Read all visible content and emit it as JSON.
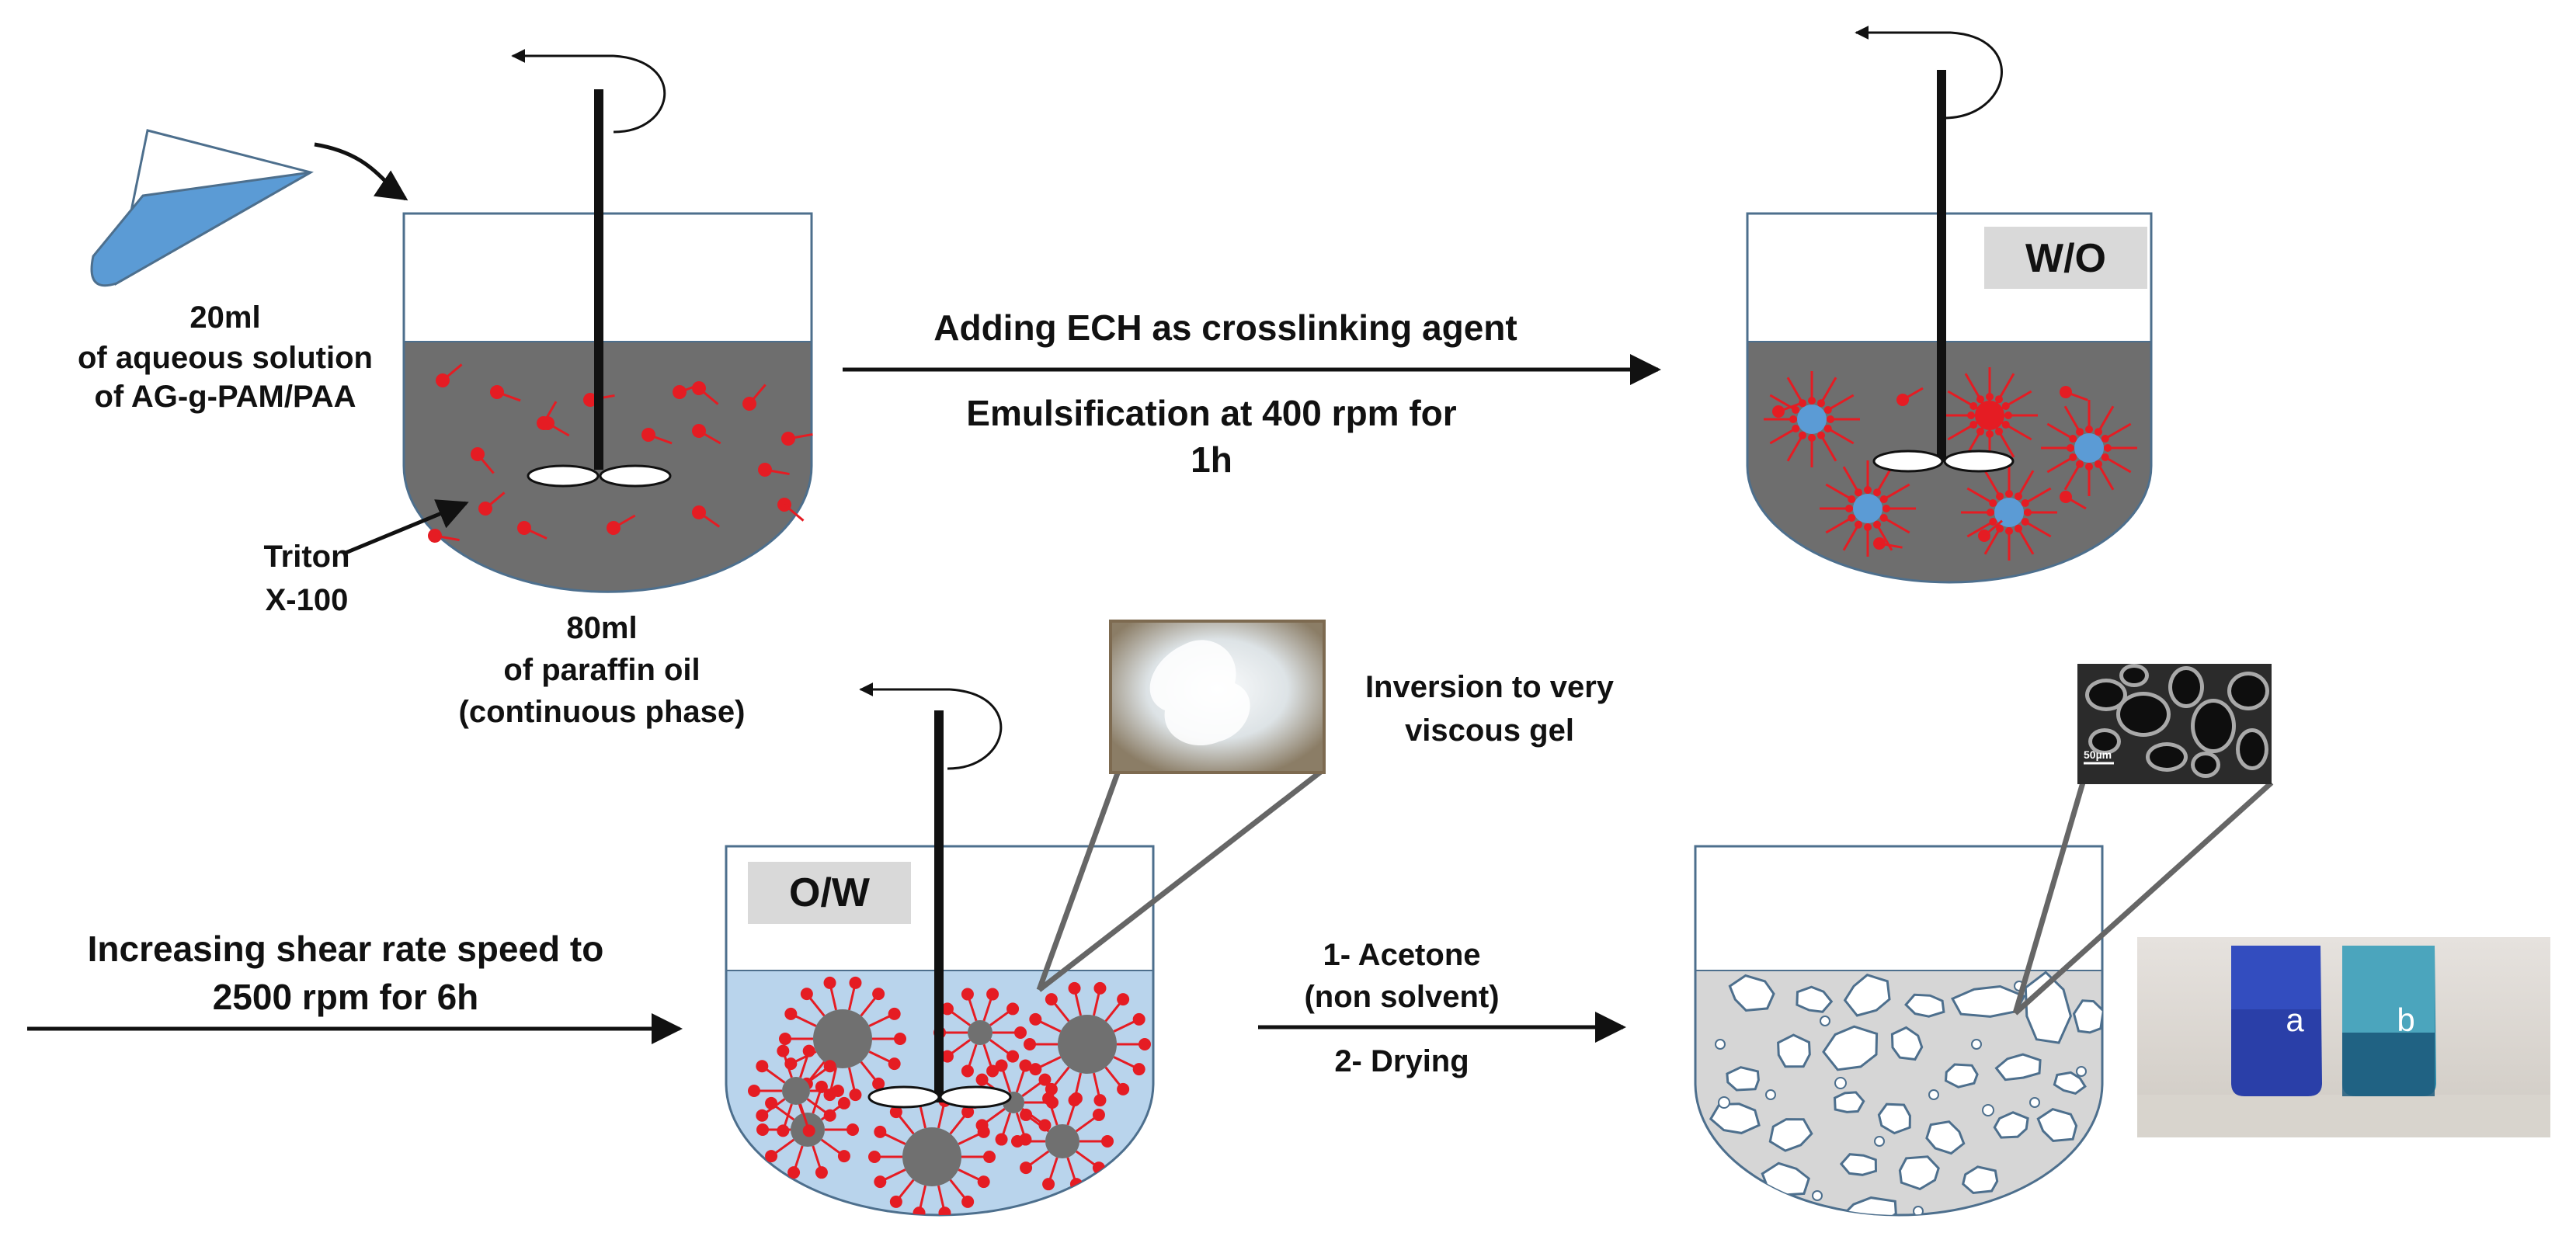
{
  "colors": {
    "oil_phase": "#6e6e6e",
    "water_phase": "#b9d4ec",
    "dried_phase": "#d6d6d6",
    "vessel_outline": "#4d6f8d",
    "droplet_core": "#5b9bd5",
    "surfactant": "#e51c23",
    "arrow": "#111111",
    "badge_fill": "#d9d9d9"
  },
  "labels": {
    "aqueous_volume": "20ml",
    "aqueous_desc_1": "of aqueous solution",
    "aqueous_desc_2": "of AG-g-PAM/PAA",
    "surfactant_1": "Triton",
    "surfactant_2": "X-100",
    "oil_volume": "80ml",
    "oil_desc_1": "of paraffin oil",
    "oil_desc_2": "(continuous phase)",
    "step1_top": "Adding ECH as crosslinking agent",
    "step1_bottom_1": "Emulsification at 400 rpm for",
    "step1_bottom_2": "1h",
    "step2_1": "Increasing shear rate speed to",
    "step2_2": "2500 rpm for 6h",
    "inversion_1": "Inversion to very",
    "inversion_2": "viscous gel",
    "step3_top_1": "1- Acetone",
    "step3_top_2": "(non solvent)",
    "step3_bottom": "2- Drying"
  },
  "badges": {
    "water_in_oil": "W/O",
    "oil_in_water": "O/W"
  },
  "sem_scale": "50µm",
  "photo_labels": [
    "a",
    "b"
  ],
  "icons": [
    "rotation-arrow-icon",
    "pour-arrow-icon",
    "process-arrow-icon",
    "stirrer-icon",
    "beaker-icon"
  ]
}
